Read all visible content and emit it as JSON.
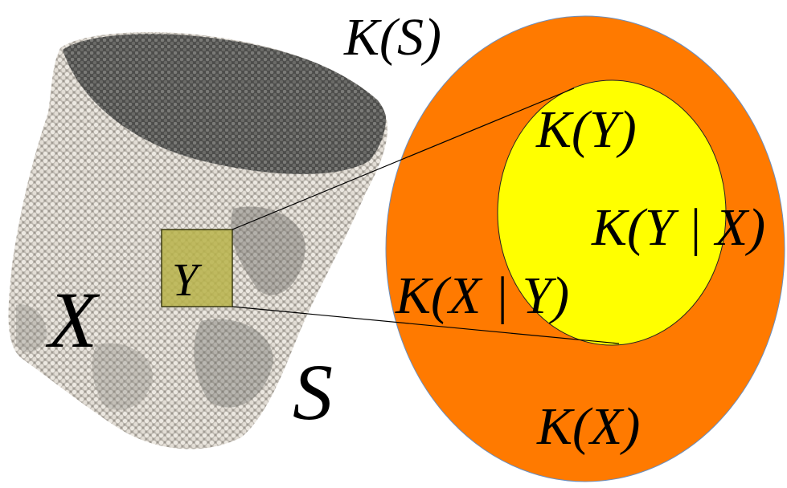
{
  "labels": {
    "ks": "K(S)",
    "ky": "K(Y)",
    "kyx": "K(Y | X)",
    "kxy": "K(X | Y)",
    "kx": "K(X)",
    "x": "X",
    "y": "Y",
    "s": "S"
  },
  "colors": {
    "outer_set": "#ff7a00",
    "inner_set": "#ffff00",
    "sample_box": "#b8b34a",
    "particles_light": "#cfcac2",
    "particles_dark": "#5e5e5b"
  }
}
